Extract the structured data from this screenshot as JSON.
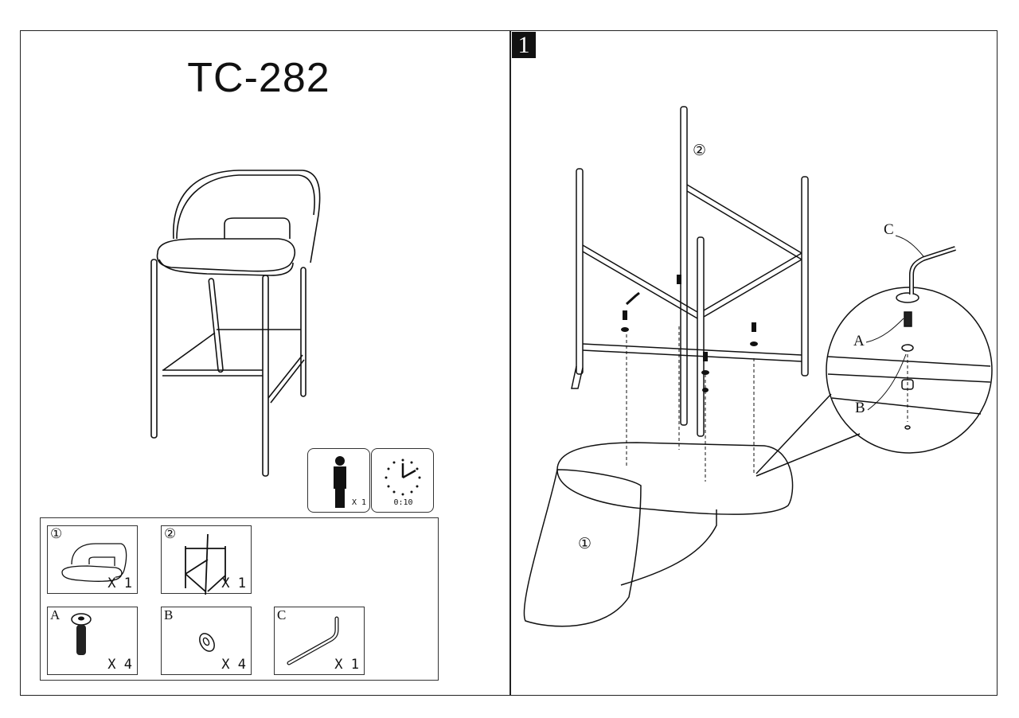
{
  "document": {
    "model": "TC-282",
    "step_number": "1"
  },
  "requirements": {
    "people": "X 1",
    "time": "0:10"
  },
  "parts": [
    {
      "key": "①",
      "name": "seat",
      "qty": "X 1"
    },
    {
      "key": "②",
      "name": "frame",
      "qty": "X 1"
    },
    {
      "key": "A",
      "name": "bolt",
      "qty": "X 4"
    },
    {
      "key": "B",
      "name": "washer",
      "qty": "X 4"
    },
    {
      "key": "C",
      "name": "allen-key",
      "qty": "X 1"
    }
  ],
  "diagram_labels": {
    "frame": "②",
    "seat": "①",
    "bolt": "A",
    "washer": "B",
    "key": "C"
  }
}
